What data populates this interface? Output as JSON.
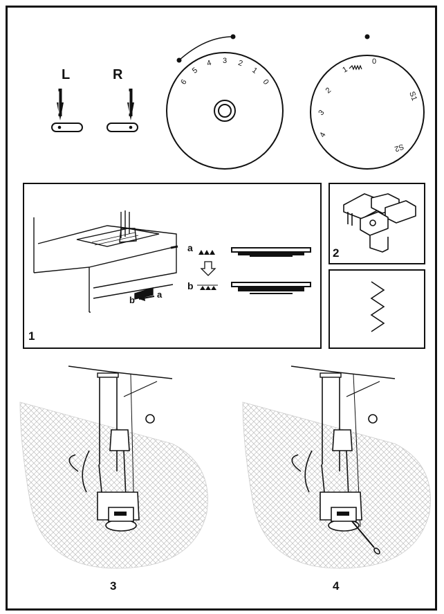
{
  "needle_positions": {
    "left_label": "L",
    "right_label": "R"
  },
  "stitch_length_dial": {
    "numbers": [
      "6",
      "5",
      "4",
      "3",
      "2",
      "1",
      "0"
    ]
  },
  "stitch_width_dial": {
    "numbers": [
      "0",
      "1",
      "2",
      "3",
      "4",
      "S1",
      "S2"
    ]
  },
  "feed_dog_panel": {
    "step_number": "1",
    "label_a": "a",
    "label_b": "b",
    "lever_b": "b",
    "lever_a": "a"
  },
  "presser_foot_panel": {
    "step_number": "2"
  },
  "sewing_scenes": {
    "left_step": "3",
    "right_step": "4"
  }
}
